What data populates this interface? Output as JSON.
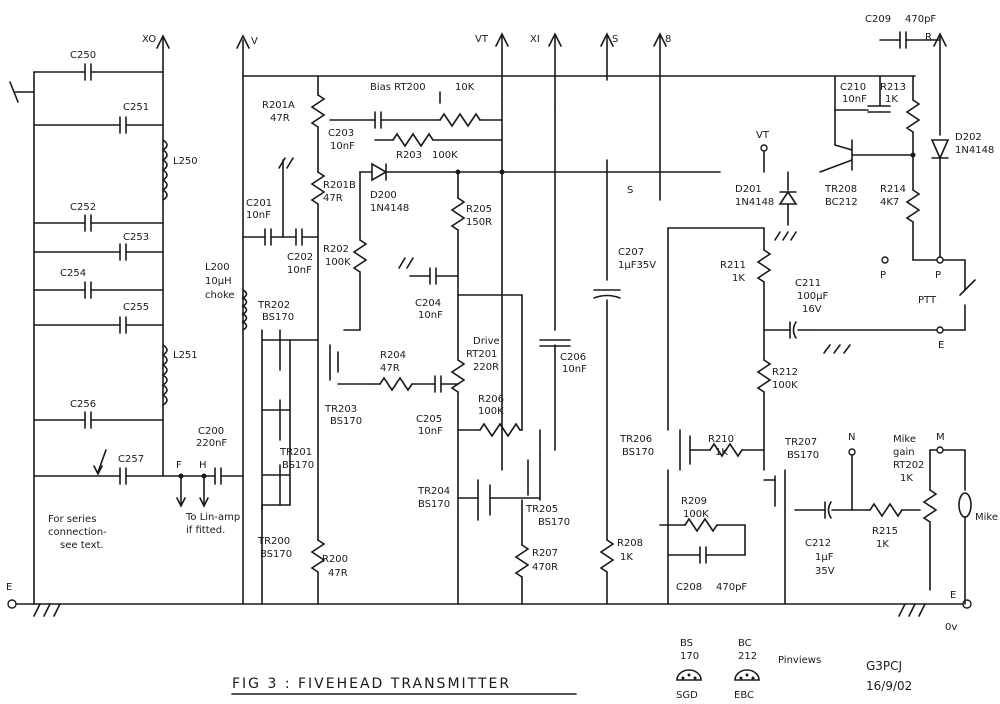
{
  "title": "FIG 3 :  FIVEHEAD  TRANSMITTER",
  "author": "G3PCJ",
  "date": "16/9/02",
  "rails": {
    "xo": "XO",
    "v": "V",
    "vt": "VT",
    "xi": "XI",
    "s": "S",
    "eight": "8",
    "r": "R",
    "e": "E",
    "ov": "0v"
  },
  "terminals": {
    "f": "F",
    "h": "H",
    "vt2": "VT",
    "s2": "S",
    "p1": "P",
    "p2": "P",
    "e2": "E",
    "n": "N",
    "m": "M",
    "ptt": "PTT",
    "mike": "Mike"
  },
  "notes": {
    "series1": "For series",
    "series2": "connection-",
    "series3": "see text.",
    "linamp1": "To Lin-amp",
    "linamp2": "if fitted."
  },
  "pinviews": {
    "bs1": "BS",
    "bs2": "170",
    "bs_pins": "SGD",
    "bc1": "BC",
    "bc2": "212",
    "bc_pins": "EBC",
    "label": "Pinviews"
  },
  "components": {
    "c250": "C250",
    "c251": "C251",
    "c252": "C252",
    "c253": "C253",
    "c254": "C254",
    "c255": "C255",
    "c256": "C256",
    "c257": "C257",
    "l250": "L250",
    "l251": "L251",
    "c200": "C200",
    "c200v": "220nF",
    "l200": "L200",
    "l200v": "10µH",
    "l200v2": "choke",
    "c201": "C201",
    "c201v": "10nF",
    "c202": "C202",
    "c202v": "10nF",
    "r201a": "R201A",
    "r201av": "47R",
    "r201b": "R201B",
    "r201bv": "47R",
    "c203": "C203",
    "c203v": "10nF",
    "bias": "Bias RT200",
    "biasv": "10K",
    "r203": "R203",
    "r203v": "100K",
    "d200": "D200",
    "d200v": "1N4148",
    "r202": "R202",
    "r202v": "100K",
    "tr202": "TR202",
    "tr202v": "BS170",
    "tr201": "TR201",
    "tr201v": "BS170",
    "tr200": "TR200",
    "tr200v": "BS170",
    "tr203": "TR203",
    "tr203v": "BS170",
    "r204": "R204",
    "r204v": "47R",
    "r200": "R200",
    "r200v": "47R",
    "r205": "R205",
    "r205v": "150R",
    "c204": "C204",
    "c204v": "10nF",
    "drive": "Drive",
    "rt201": "RT201",
    "rt201v": "220R",
    "c205": "C205",
    "c205v": "10nF",
    "r206": "R206",
    "r206v": "100K",
    "tr204": "TR204",
    "tr204v": "BS170",
    "tr205": "TR205",
    "tr205v": "BS170",
    "r207": "R207",
    "r207v": "470R",
    "c206": "C206",
    "c206v": "10nF",
    "c207": "C207",
    "c207v": "1µF35V",
    "r208": "R208",
    "r208v": "1K",
    "c209": "C209",
    "c209v": "470pF",
    "c210": "C210",
    "c210v": "10nF",
    "r213": "R213",
    "r213v": "1K",
    "d202": "D202",
    "d202v": "1N4148",
    "d201": "D201",
    "d201v": "1N4148",
    "tr208": "TR208",
    "tr208v": "BC212",
    "r214": "R214",
    "r214v": "4K7",
    "r211": "R211",
    "r211v": "1K",
    "c211": "C211",
    "c211v": "100µF",
    "c211v2": "16V",
    "r212": "R212",
    "r212v": "100K",
    "tr206": "TR206",
    "tr206v": "BS170",
    "r210": "R210",
    "r210v": "1K",
    "tr207": "TR207",
    "tr207v": "BS170",
    "r209": "R209",
    "r209v": "100K",
    "c208": "C208",
    "c208v": "470pF",
    "c212": "C212",
    "c212v": "1µF",
    "c212v2": "35V",
    "mikegain": "Mike",
    "mikegain2": "gain",
    "rt202": "RT202",
    "rt202v": "1K",
    "r215": "R215",
    "r215v": "1K"
  }
}
